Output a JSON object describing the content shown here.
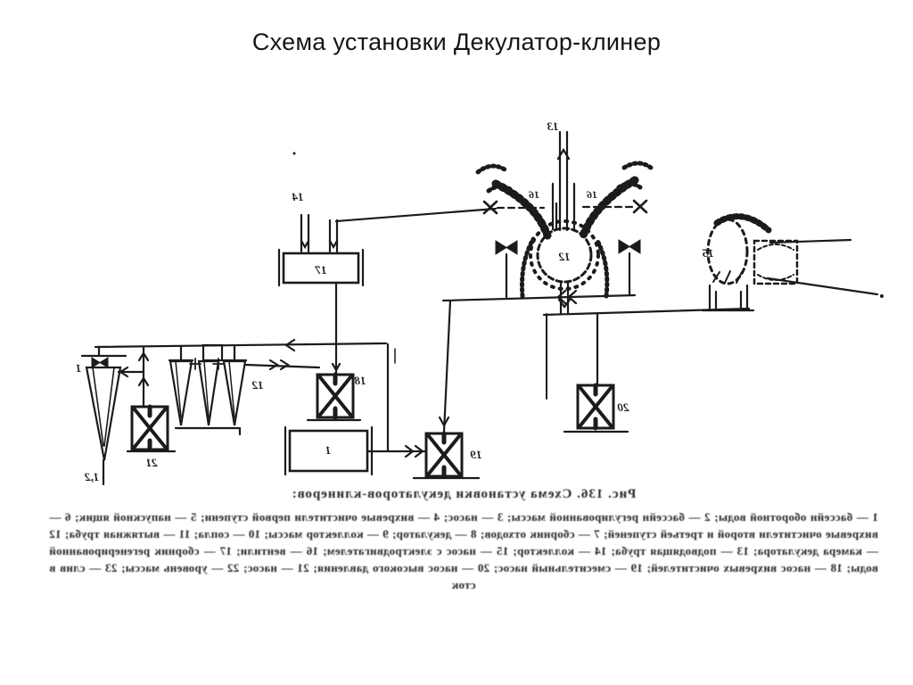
{
  "page": {
    "title": "Схема установки Декулатор-клинер",
    "background": "#ffffff",
    "ink_color": "#1b1b1b"
  },
  "diagram": {
    "appearance": "mirrored scanned line schematic",
    "labels": {
      "riser_pipe": "13",
      "valve_left": "16",
      "valve_right": "16",
      "deculator_chamber": "12",
      "inlet_header": "14",
      "collector_box": "17",
      "pump_motor_unit": "15",
      "cone_cleaners": "12",
      "cone_left_top": "1",
      "cone_left_bottom": "1,2",
      "pump_left": "21",
      "pump_under_box": "18",
      "tank_box": "1",
      "pump_center": "19",
      "pump_right": "20"
    }
  },
  "caption": {
    "figure": "Рис. 136.",
    "title": "Схема установки декулаторов-клинеров:",
    "legend": "1 — бассейн оборотной воды; 2 — бассейн регулированной массы; 3 — насос; 4 — вихревые очистители первой ступени; 5 — напускной ящик; 6 — вихревые очистители второй и третьей ступеней; 7 — сборник отходов; 8 — декулатор; 9 — коллектор массы; 10 — сопла; 11 — вытяжная труба; 12 — камера декулатора; 13 — подводящая труба; 14 — коллектор; 15 — насос с электродвигателем; 16 — вентили; 17 — сборник регенерированной воды; 18 — насос вихревых очистителей; 19 — смесительный насос; 20 — насос высокого давления; 21 — насос; 22 — уровень массы; 23 — слив в сток"
  }
}
